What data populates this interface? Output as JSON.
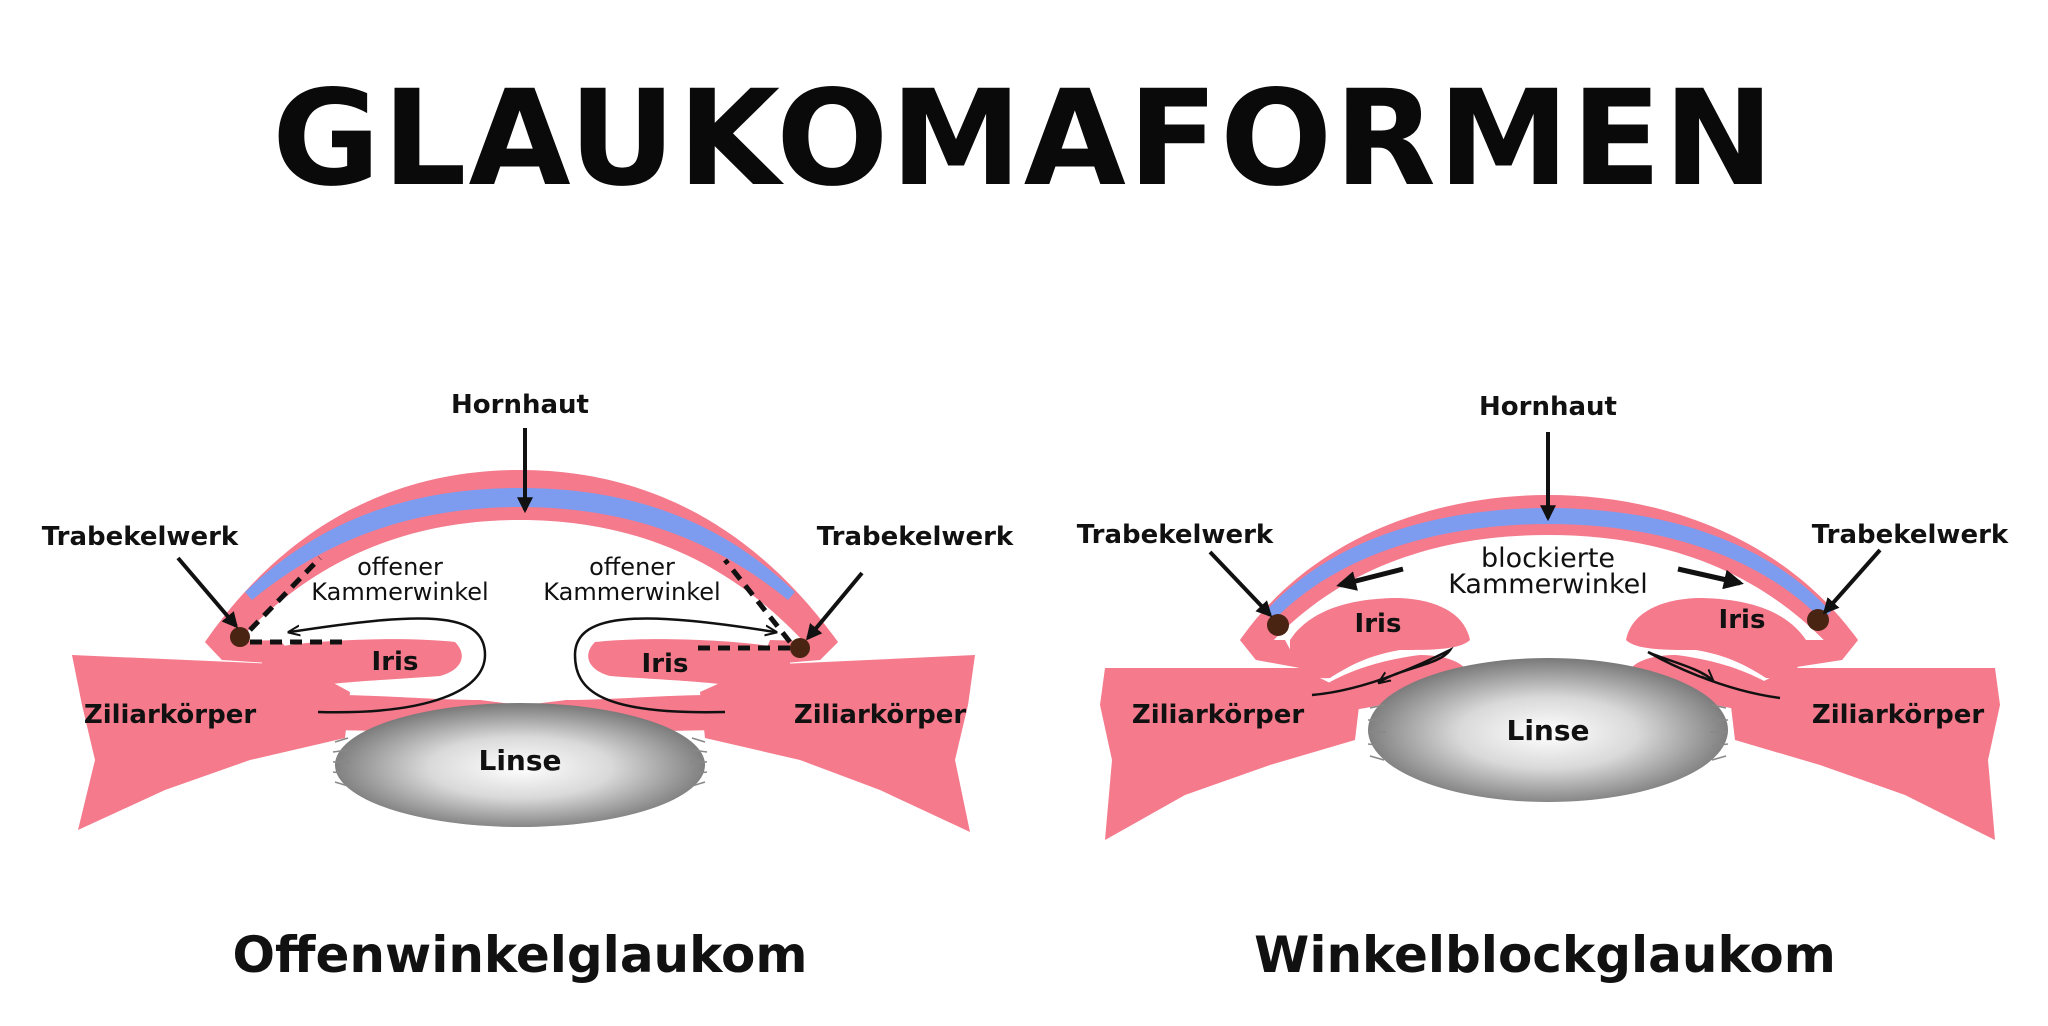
{
  "title": "GLAUKOMAFORMEN",
  "colors": {
    "tissue": "#f47a8c",
    "cornea_inner": "#7d9cf0",
    "trabecular": "#4a2413",
    "lens_dark": "#7c7c7c",
    "lens_light": "#ffffff"
  },
  "open_angle": {
    "cornea_label": "Hornhaut",
    "trabecular_left_label": "Trabekelwerk",
    "trabecular_right_label": "Trabekelwerk",
    "angle_left_line1": "offener",
    "angle_left_line2": "Kammerwinkel",
    "angle_right_line1": "offener",
    "angle_right_line2": "Kammerwinkel",
    "iris_left_label": "Iris",
    "iris_right_label": "Iris",
    "ciliary_left_label": "Ziliarkörper",
    "ciliary_right_label": "Ziliarkörper",
    "lens_label": "Linse",
    "caption": "Offenwinkelglaukom"
  },
  "closed_angle": {
    "cornea_label": "Hornhaut",
    "trabecular_left_label": "Trabekelwerk",
    "trabecular_right_label": "Trabekelwerk",
    "angle_line1": "blockierte",
    "angle_line2": "Kammerwinkel",
    "iris_left_label": "Iris",
    "iris_right_label": "Iris",
    "ciliary_left_label": "Ziliarkörper",
    "ciliary_right_label": "Ziliarkörper",
    "lens_label": "Linse",
    "caption": "Winkelblockglaukom"
  }
}
